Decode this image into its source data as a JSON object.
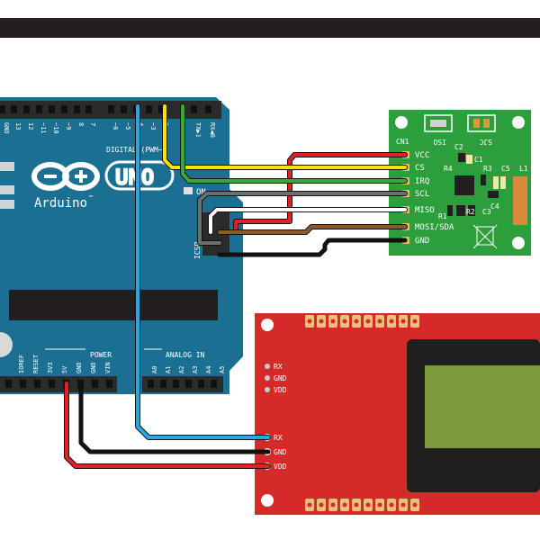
{
  "colors": {
    "arduino_board": "#1b6f93",
    "arduino_dark": "#0e5070",
    "sensor_board": "#2d9e3c",
    "lcd_board": "#d42a2a",
    "lcd_screen": "#7b9b3c",
    "wire_red": "#e61f24",
    "wire_yellow": "#f4e500",
    "wire_green": "#39a935",
    "wire_gray": "#6d6e70",
    "wire_white": "#ffffff",
    "wire_brown": "#8b5a2b",
    "wire_black": "#111111",
    "wire_blue": "#29a8e0"
  },
  "arduino": {
    "logo_text": "Arduino",
    "trademark": "™",
    "uno_label": "UNO",
    "digital_label": "DIGITAL (PWM~)",
    "on_label": "ON",
    "icsp_label": "ICSP",
    "power_label": "POWER",
    "analog_label": "ANALOG IN",
    "top_pins": [
      "GND",
      "13",
      "12",
      "~11",
      "~10",
      "~9",
      "8",
      "7",
      "~6",
      "~5",
      "4",
      "~3",
      "2",
      "TX▶1",
      "RX◀0"
    ],
    "power_pins": [
      "IOREF",
      "RESET",
      "3V3",
      "5V",
      "GND",
      "GND",
      "VIN"
    ],
    "analog_pins": [
      "A0",
      "A1",
      "A2",
      "A3",
      "A4",
      "A5"
    ]
  },
  "sensor": {
    "header_label": "CN1",
    "pins": [
      "VCC",
      "CS",
      "IRQ",
      "SCL",
      "MISO",
      "MOSI/SDA",
      "GND"
    ],
    "jumper_left": "ISO",
    "jumper_right": "SJC",
    "components": [
      "C2",
      "C1",
      "R4",
      "R3",
      "C5",
      "L1",
      "C4",
      "R1",
      "R2",
      "C3"
    ]
  },
  "lcd": {
    "side_pins": [
      "RX",
      "GND",
      "VDD"
    ],
    "main_pins": [
      "RX",
      "GND",
      "VDD"
    ]
  }
}
